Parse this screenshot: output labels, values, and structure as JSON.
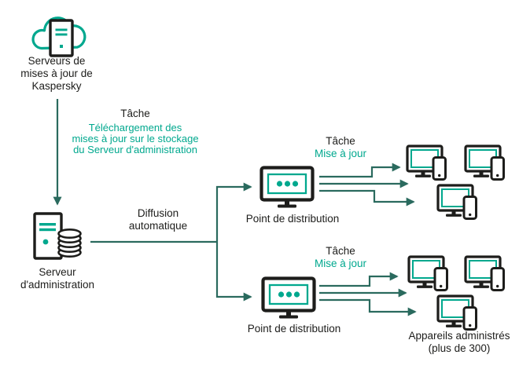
{
  "colors": {
    "brand_teal": "#00A88E",
    "connector_teal": "#2A6A5E",
    "icon_black": "#1D1D1B",
    "text_black": "#1D1D1B",
    "background": "#FFFFFF"
  },
  "nodes": {
    "kaspersky_update_servers": {
      "label": "Serveurs de\nmises à jour de\nKaspersky",
      "icon": "cloud-server-icon"
    },
    "admin_server": {
      "label": "Serveur\nd'administration",
      "icon": "server-database-icon"
    },
    "distribution_point_1": {
      "label": "Point de distribution",
      "icon": "distribution-point-monitor-icon"
    },
    "distribution_point_2": {
      "label": "Point de distribution",
      "icon": "distribution-point-monitor-icon"
    },
    "managed_devices": {
      "label": "Appareils administrés\n(plus de 300)",
      "icon": "managed-device-icon",
      "devices_group_1": 3,
      "devices_group_2": 3
    }
  },
  "annotations": {
    "download_task": {
      "title": "Tâche",
      "description": "Téléchargement des\nmises à jour sur le stockage\ndu Serveur d'administration"
    },
    "diffusion": {
      "label": "Diffusion\nautomatique"
    },
    "update_task_1": {
      "title": "Tâche",
      "subtitle": "Mise à jour"
    },
    "update_task_2": {
      "title": "Tâche",
      "subtitle": "Mise à jour"
    }
  }
}
